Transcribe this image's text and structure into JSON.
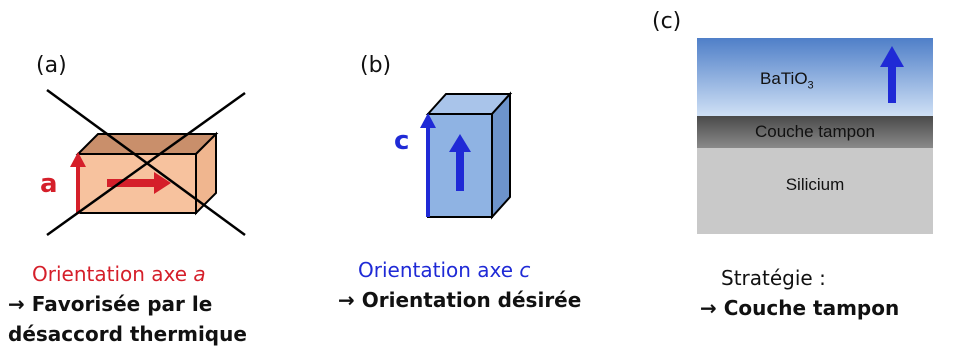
{
  "panels": [
    {
      "label": "(a)",
      "axis_letter": "a",
      "caption_line1_prefix": "Orientation axe ",
      "caption_line1_italic": "a",
      "caption_line2": "Favorisée par le",
      "caption_line3": "désaccord thermique"
    },
    {
      "label": "(b)",
      "axis_letter": "c",
      "caption_line1_prefix": "Orientation axe ",
      "caption_line1_italic": "c",
      "caption_line2": "Orientation désirée"
    },
    {
      "label": "(c)",
      "layers": {
        "top": "BaTiO",
        "top_subscript": "3",
        "middle": "Couche tampon",
        "bottom": "Silicium"
      },
      "caption_line1": "Stratégie :",
      "caption_line2": "Couche tampon"
    }
  ],
  "arrow_symbol": "→",
  "colors": {
    "red": "#d51f2a",
    "blue": "#1f2ad6",
    "orange_box": "#f7c29e",
    "blue_box": "#8fb3e3",
    "batio3_gradient_top": "#4f7fc8",
    "batio3_gradient_bottom": "#cfe0f5",
    "buffer": "#6e6e6e",
    "silicon": "#c9c9c9"
  }
}
